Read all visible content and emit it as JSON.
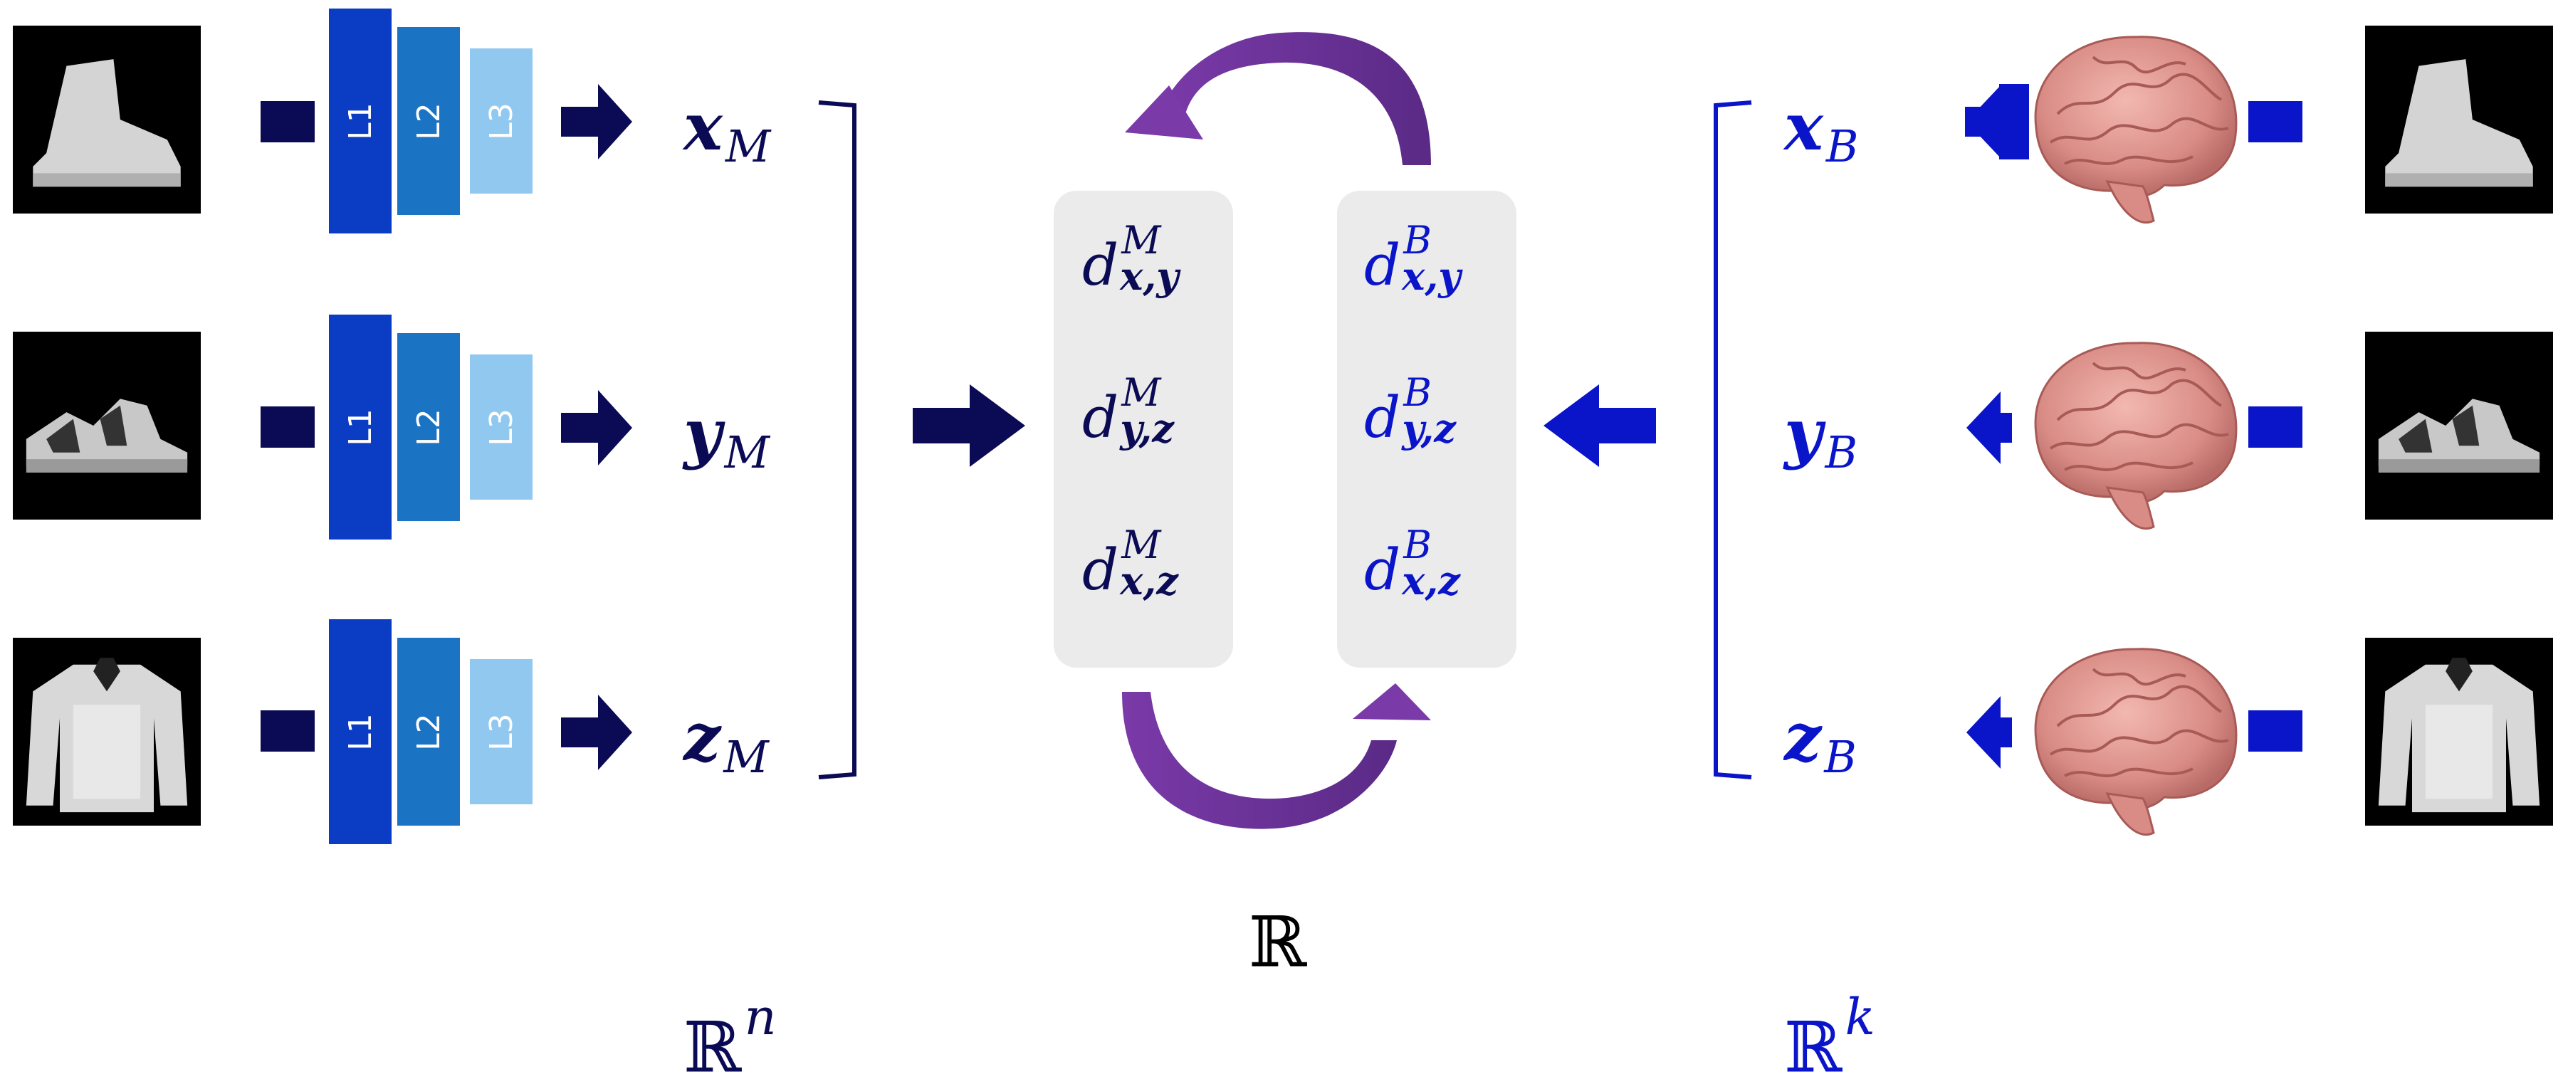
{
  "colors": {
    "model": "#0b0b55",
    "brain": "#0a14c9",
    "layer1": "#0a3dc4",
    "layer2": "#1b73c4",
    "layer3": "#90c8f0",
    "cycle_arrow": "#6a2f9a",
    "panel": "#ebebeb"
  },
  "inputs": [
    {
      "item": "ankle-boot",
      "icon": "boot-image"
    },
    {
      "item": "sandal",
      "icon": "sandal-image"
    },
    {
      "item": "pullover",
      "icon": "shirt-image"
    }
  ],
  "network": {
    "layers": [
      "L1",
      "L2",
      "L3"
    ]
  },
  "model_reps": [
    {
      "symbol": "x",
      "sub": "M"
    },
    {
      "symbol": "y",
      "sub": "M"
    },
    {
      "symbol": "z",
      "sub": "M"
    }
  ],
  "brain_reps": [
    {
      "symbol": "x",
      "sub": "B"
    },
    {
      "symbol": "y",
      "sub": "B"
    },
    {
      "symbol": "z",
      "sub": "B"
    }
  ],
  "model_rdm": [
    {
      "d": "d",
      "sup": "M",
      "sub": "x,y"
    },
    {
      "d": "d",
      "sup": "M",
      "sub": "y,z"
    },
    {
      "d": "d",
      "sup": "M",
      "sub": "x,z"
    }
  ],
  "brain_rdm": [
    {
      "d": "d",
      "sup": "B",
      "sub": "x,y"
    },
    {
      "d": "d",
      "sup": "B",
      "sub": "y,z"
    },
    {
      "d": "d",
      "sup": "B",
      "sub": "x,z"
    }
  ],
  "spaces": {
    "model": {
      "set": "ℝ",
      "exp": "n"
    },
    "center": {
      "set": "ℝ",
      "exp": ""
    },
    "brain": {
      "set": "ℝ",
      "exp": "k"
    }
  },
  "icons": {
    "brain": "brain-icon",
    "arrow_right": "arrow-right-icon",
    "arrow_left": "arrow-left-icon",
    "cycle": "cycle-arrow-icon"
  }
}
